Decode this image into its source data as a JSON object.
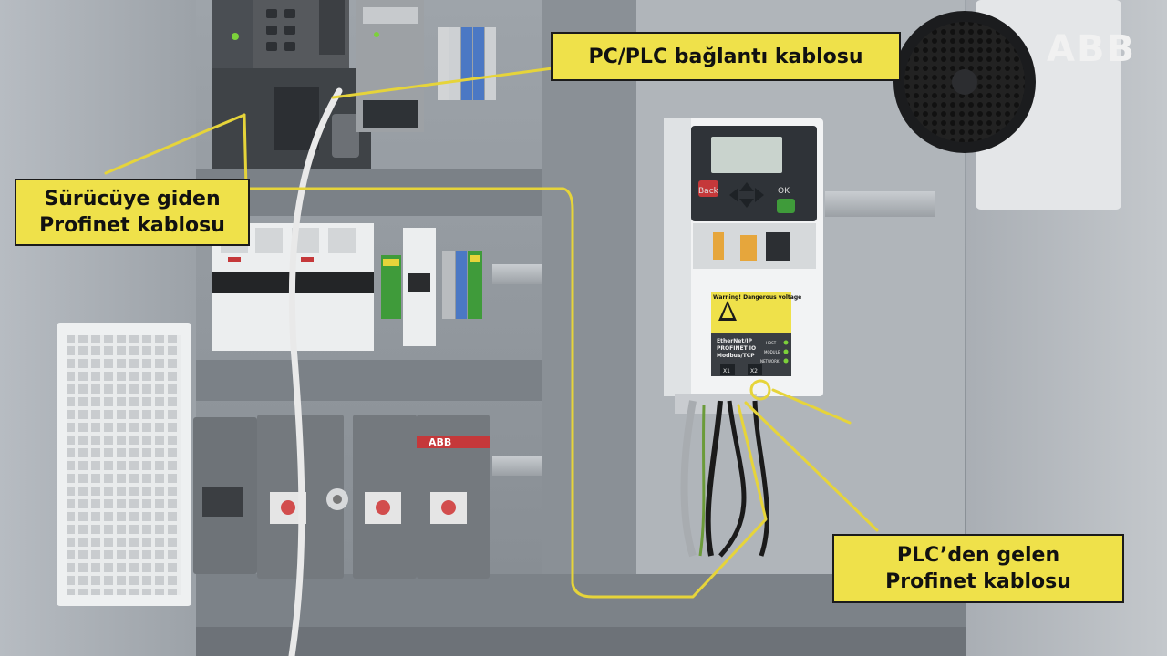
{
  "brand": {
    "logo_text": "ABB"
  },
  "callouts": {
    "pc_plc": {
      "text": "PC/PLC bağlantı kablosu"
    },
    "to_drive": {
      "line1": "Sürücüye giden",
      "line2": "Profinet kablosu"
    },
    "from_plc": {
      "line1": "PLC’den gelen",
      "line2": "Profinet kablosu"
    }
  },
  "drive_panel": {
    "warning_title": "Warning! Dangerous voltage",
    "comm_line1": "EtherNet/IP",
    "comm_line2": "PROFINET IO",
    "comm_line3": "Modbus/TCP",
    "led_host": "HOST",
    "led_module": "MODULE",
    "led_network": "NETWORK",
    "port_x1": "X1",
    "port_x2": "X2",
    "key_back": "Back",
    "key_ok": "OK"
  },
  "breaker_label": "ABB",
  "colors": {
    "callout_fill": "#efe14a",
    "leader_line": "#e6d43a",
    "led_green": "#7cd13a"
  }
}
